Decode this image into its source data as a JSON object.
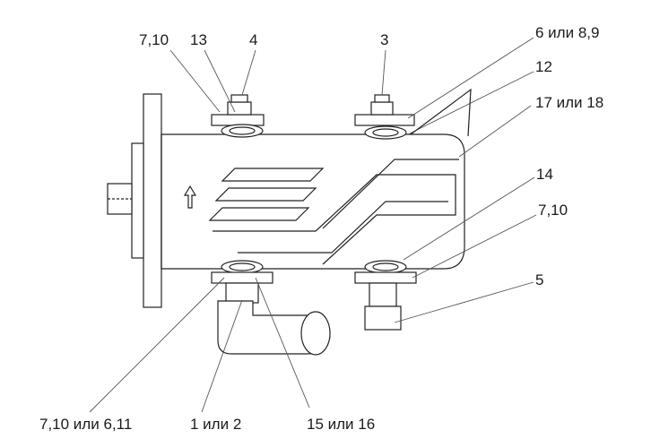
{
  "callouts": {
    "c_7_10_top": "7,10",
    "c_13": "13",
    "c_4": "4",
    "c_3": "3",
    "c_6_or_8_9": "6 или 8,9",
    "c_12": "12",
    "c_17_or_18": "17 или 18",
    "c_14": "14",
    "c_7_10_right": "7,10",
    "c_5": "5",
    "c_7_10_or_6_11": "7,10 или 6,11",
    "c_1_or_2": "1 или 2",
    "c_15_or_16": "15 или 16"
  }
}
